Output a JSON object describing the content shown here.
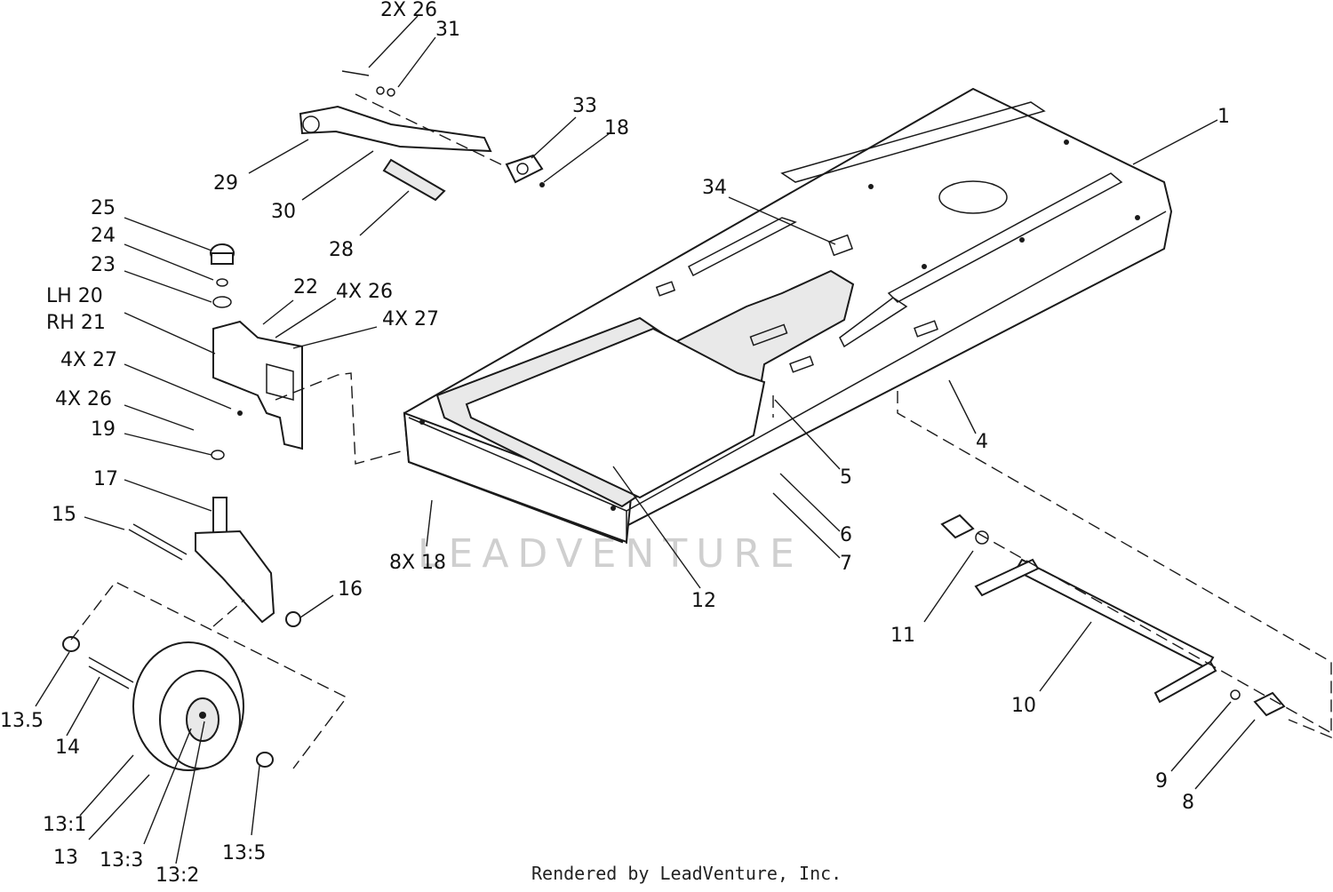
{
  "callouts": [
    {
      "id": "c-2x26-top",
      "text": "2X 26"
    },
    {
      "id": "c-31",
      "text": "31"
    },
    {
      "id": "c-33",
      "text": "33"
    },
    {
      "id": "c-18-top",
      "text": "18"
    },
    {
      "id": "c-1",
      "text": "1"
    },
    {
      "id": "c-29",
      "text": "29"
    },
    {
      "id": "c-30",
      "text": "30"
    },
    {
      "id": "c-28",
      "text": "28"
    },
    {
      "id": "c-34",
      "text": "34"
    },
    {
      "id": "c-25",
      "text": "25"
    },
    {
      "id": "c-24",
      "text": "24"
    },
    {
      "id": "c-23",
      "text": "23"
    },
    {
      "id": "c-lh20",
      "text": "LH 20"
    },
    {
      "id": "c-rh21",
      "text": "RH 21"
    },
    {
      "id": "c-22",
      "text": "22"
    },
    {
      "id": "c-4x26-a",
      "text": "4X 26"
    },
    {
      "id": "c-4x27-a",
      "text": "4X 27"
    },
    {
      "id": "c-4x27-b",
      "text": "4X 27"
    },
    {
      "id": "c-4x26-b",
      "text": "4X 26"
    },
    {
      "id": "c-19",
      "text": "19"
    },
    {
      "id": "c-17",
      "text": "17"
    },
    {
      "id": "c-15",
      "text": "15"
    },
    {
      "id": "c-16",
      "text": "16"
    },
    {
      "id": "c-8x18",
      "text": "8X 18"
    },
    {
      "id": "c-4",
      "text": "4"
    },
    {
      "id": "c-5",
      "text": "5"
    },
    {
      "id": "c-6",
      "text": "6"
    },
    {
      "id": "c-7",
      "text": "7"
    },
    {
      "id": "c-12",
      "text": "12"
    },
    {
      "id": "c-11",
      "text": "11"
    },
    {
      "id": "c-10",
      "text": "10"
    },
    {
      "id": "c-9",
      "text": "9"
    },
    {
      "id": "c-8",
      "text": "8"
    },
    {
      "id": "c-13-5a",
      "text": "13.5"
    },
    {
      "id": "c-14",
      "text": "14"
    },
    {
      "id": "c-13-1",
      "text": "13:1"
    },
    {
      "id": "c-13",
      "text": "13"
    },
    {
      "id": "c-13-3",
      "text": "13:3"
    },
    {
      "id": "c-13-2",
      "text": "13:2"
    },
    {
      "id": "c-13-5b",
      "text": "13:5"
    }
  ],
  "footer": "Rendered by LeadVenture, Inc.",
  "watermark": "LEADVENTURE"
}
